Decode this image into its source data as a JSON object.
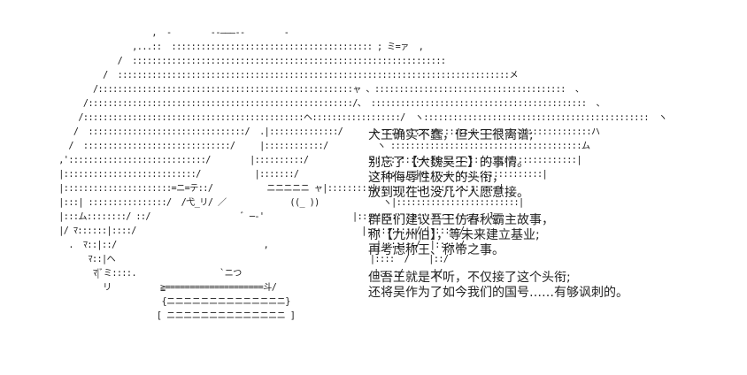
{
  "art": [
    "                           ,  -        --―――--        -  ",
    "                       ,...::  ::::::::::::::::::::::::::::::::::::::::: ; ミ=ァ  ,",
    "                    /  ::::::::::::::::::::::::::::::::::::::::::::::::::::::::::::::::",
    "                 /  ::::::::::::::::::::::::::::::::::::::::::::::::::::::::::::::::::::::::::::::::メ",
    "               /::::::::::::::::::::::::::::::::::::::::::::::::::::ャ 、:::::::::::::::::::::::::::::::::::::::  、",
    "             /::::::::::::::::::::::::::::::::::::::::::::::::::::::/、 ::::::::::::::::::::::::::::::::::::::::::::  、",
    "            /:::::::::::::::::::::::::::::::::::::::::::::ヘ::::::::::::::::::/  ヽ::::::::::::::::::::::::::::::::::::::::::::::  ヽ",
    "           /  ::::::::::::::::::::::::::::::::/  .|::::::::::::::/      ヽ:::::::::::::::::::::::::::::::::::::::::::ハ",
    "          /  ::::::::::::::::::::::::::::::/     |::::::::::::/          ヽ :::::::::::::::::::::::::::::::::::::::ム",
    "        ,'::::::::::::::::::::::::::::/        |::::::::::/            ヾ:::::::::::|:::::::::::::::::::::::::::::|",
    "        |:::::::::::::::::::::::::::/           |:::::::/               ヽ:::::::|:::::::::::::::::::::::::|",
    "        |::::::::::::::::::::::=ニ=テ::/           ニニニニニ ャ|:::::::::|:::::::::::::::::::::::::|",
    "        |:::| ::::::::::::::::/  /弋_リ/ ／             ((_ ))             ヽ|:::::::::::::::::::::::::|",
    "        |:::ム::::::::/ ::/                   ﾞ ─-'                  |:::::::::::::::::::::::::  l",
    "        |/ ﾏ::::::|::::/                                              |::::::::::/ |::::::/",
    "          .  ﾏ::|::/                              ,                      |:::::::/  |:::::/",
    "              ﾏ::|ヘ                                                    |::::  /    |::/",
    "               ﾏ|ﾞミ::::.                 `ニつ                           |::::/      |/",
    "                 リ          ≧====================斗/",
    "                             {ニニニニニニニニニニニニニニ}",
    "                            [ ニニニニニニニニニニニニニニ ]"
  ],
  "text": {
    "p1": [
      "大王确实不蠢，但大王很离谱;"
    ],
    "p2": [
      "别忘了【大魏吴王】的事情。",
      "这种侮辱性极大的头衔，",
      "放到现在也没几个人愿意接。"
    ],
    "p3": [
      "群臣们建议吾王仿春秋霸主故事，",
      "称【九州伯】，等未来建立基业;",
      "再考虑称王、称帝之事。"
    ],
    "p4": [
      "但吾王就是不听，不仅接了这个头衔;",
      "还将吴作为了如今我们的国号……有够讽刺的。"
    ]
  }
}
